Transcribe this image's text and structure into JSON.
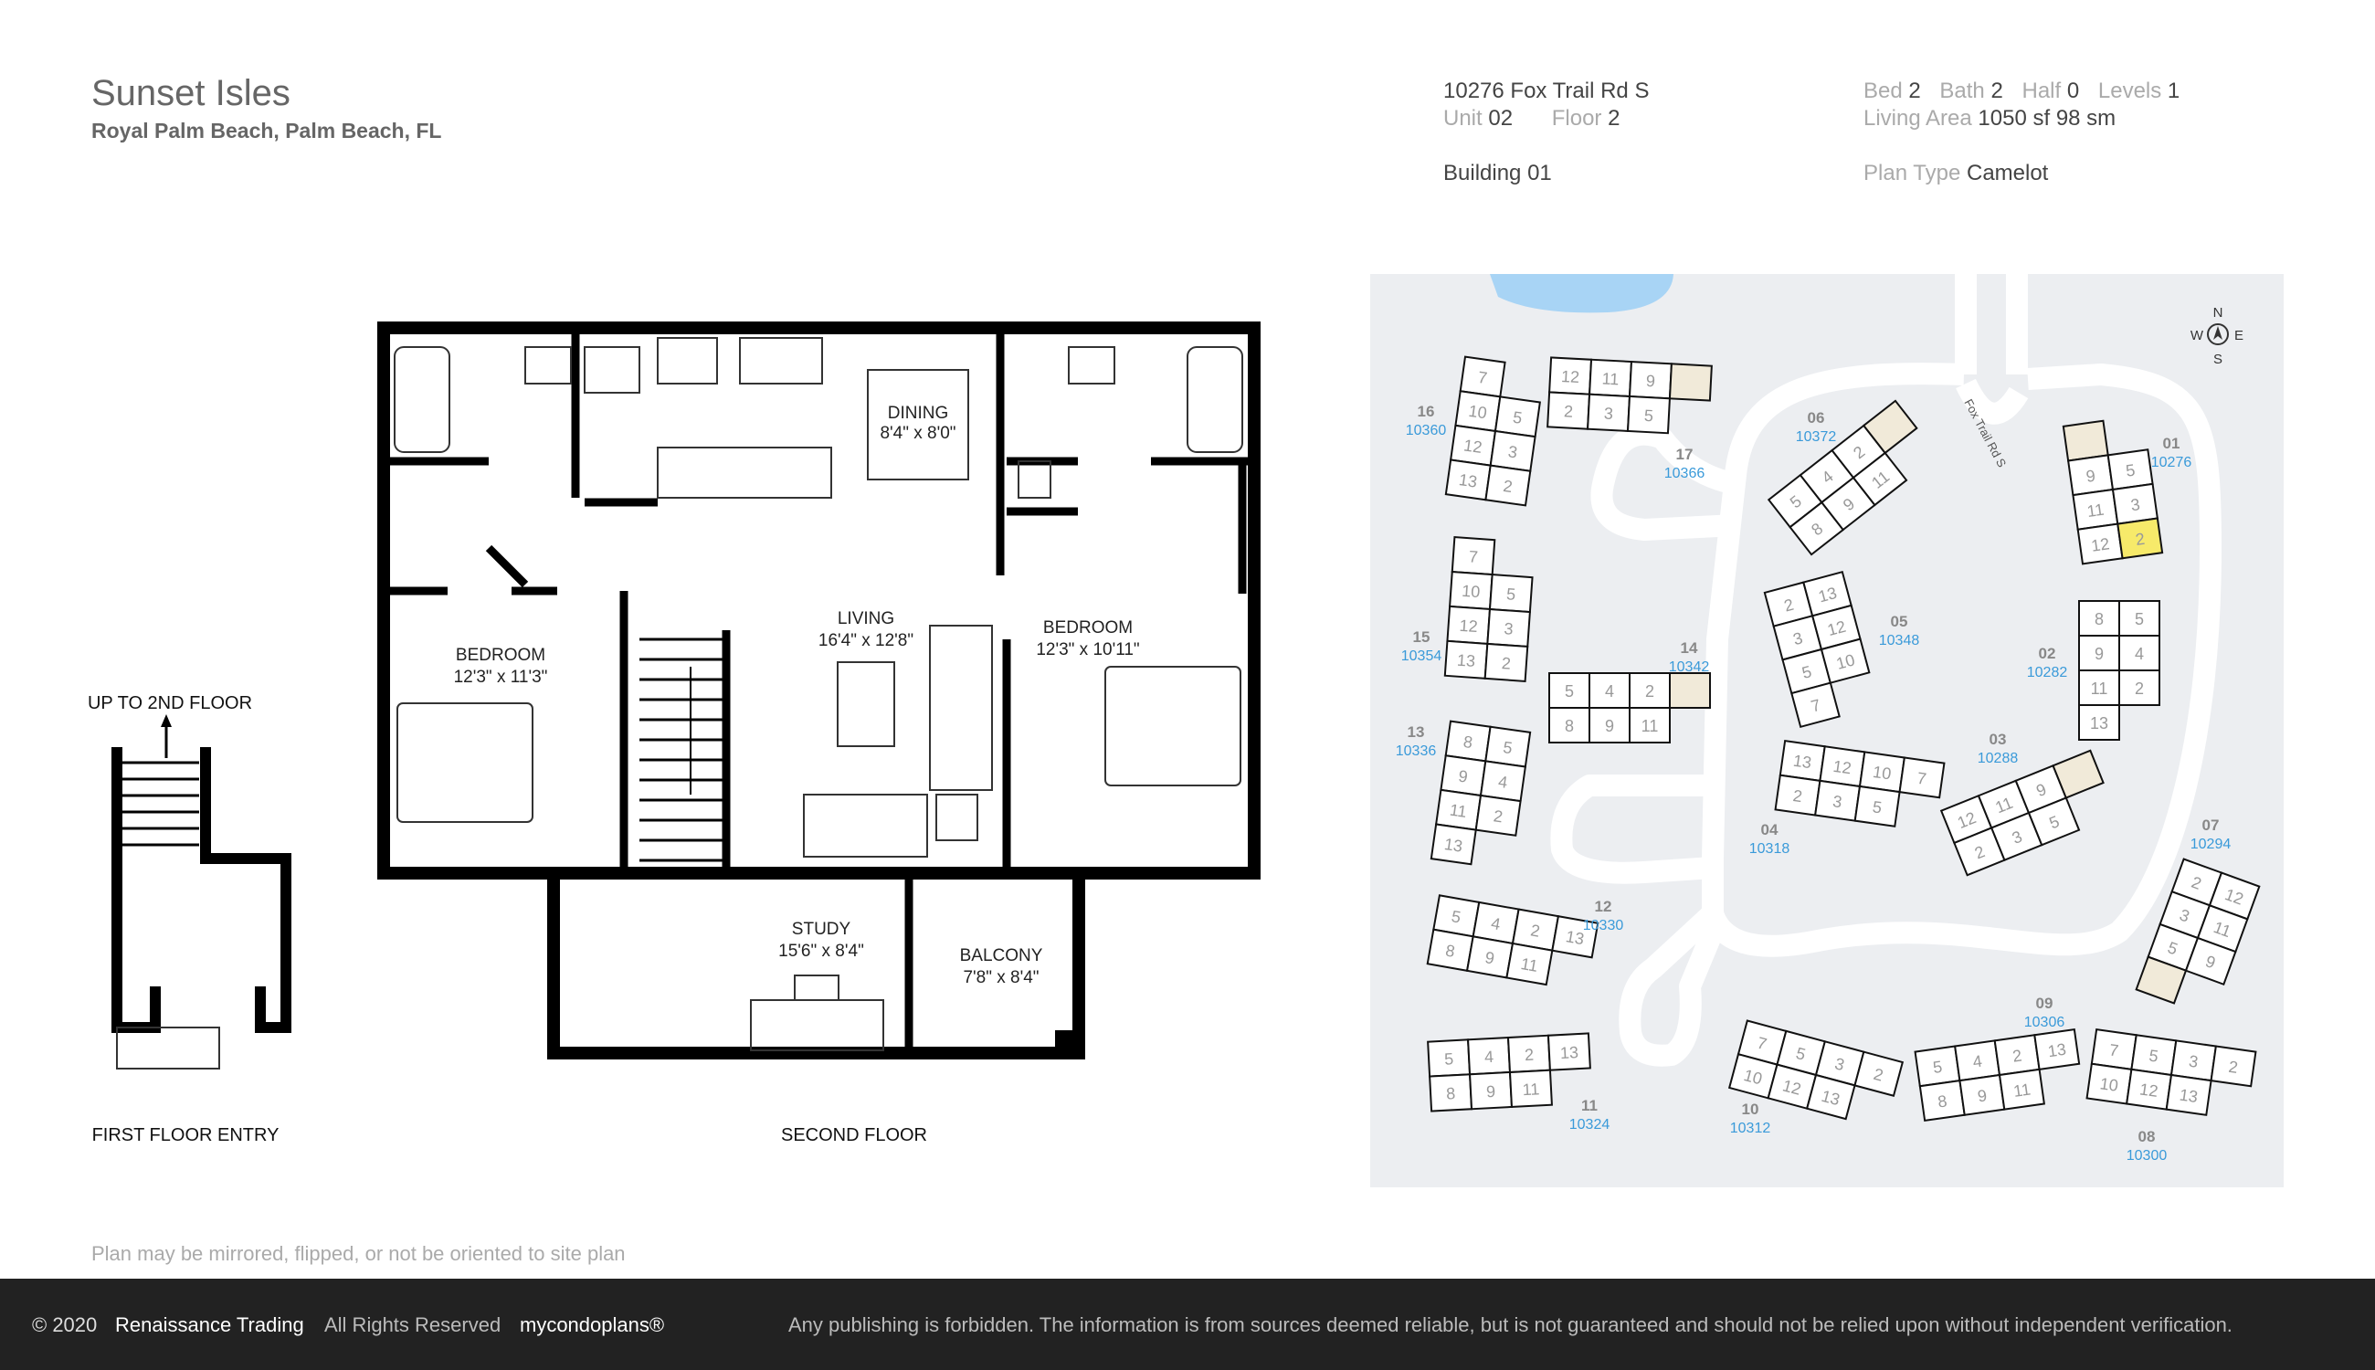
{
  "header": {
    "title": "Sunset Isles",
    "subtitle": "Royal Palm Beach, Palm Beach, FL",
    "address": "10276 Fox Trail Rd S",
    "unit_label": "Unit",
    "unit": "02",
    "floor_label": "Floor",
    "floor": "2",
    "building": "Building 01",
    "bed_label": "Bed",
    "bed": "2",
    "bath_label": "Bath",
    "bath": "2",
    "half_label": "Half",
    "half": "0",
    "levels_label": "Levels",
    "levels": "1",
    "area_label": "Living Area",
    "area": "1050 sf 98 sm",
    "plan_type_label": "Plan Type",
    "plan_type": "Camelot"
  },
  "floorplan": {
    "rooms": [
      {
        "name": "DINING",
        "size": "8'4\" x 8'0\""
      },
      {
        "name": "LIVING",
        "size": "16'4\" x 12'8\""
      },
      {
        "name": "BEDROOM",
        "size": "12'3\" x 11'3\""
      },
      {
        "name": "BEDROOM",
        "size": "12'3\" x 10'11\""
      },
      {
        "name": "STUDY",
        "size": "15'6\" x 8'4\""
      },
      {
        "name": "BALCONY",
        "size": "7'8\" x 8'4\""
      }
    ],
    "up_label": "UP TO 2ND FLOOR",
    "first_floor_label": "FIRST FLOOR ENTRY",
    "second_floor_label": "SECOND FLOOR"
  },
  "siteplan": {
    "street_label": "Fox Trail Rd S",
    "compass": {
      "n": "N",
      "s": "S",
      "e": "E",
      "w": "W"
    },
    "colors": {
      "background": "#eceef1",
      "road": "#ffffff",
      "water": "#a8d4f5",
      "highlight": "#f7ea6a",
      "annex": "#f1ead9",
      "building_number": "#888888",
      "address": "#3a9ad9"
    },
    "selected": {
      "building": "01",
      "unit": "2"
    },
    "buildings": [
      {
        "number": "16",
        "address": "10360",
        "rows": [
          [
            "7"
          ],
          [
            "10",
            "5"
          ],
          [
            "12",
            "3"
          ],
          [
            "13",
            "2"
          ]
        ]
      },
      {
        "number": "17",
        "address": "10366",
        "rows": [
          [
            "12",
            "11",
            "9",
            "*"
          ],
          [
            "2",
            "3",
            "5"
          ]
        ]
      },
      {
        "number": "06",
        "address": "10372",
        "rows": [
          [
            "5",
            "4",
            "2",
            "*"
          ],
          [
            "8",
            "9",
            "11"
          ]
        ]
      },
      {
        "number": "01",
        "address": "10276",
        "rows": [
          [
            "*"
          ],
          [
            "9",
            "5"
          ],
          [
            "11",
            "3"
          ],
          [
            "12",
            "2"
          ]
        ]
      },
      {
        "number": "15",
        "address": "10354",
        "rows": [
          [
            "7"
          ],
          [
            "10",
            "5"
          ],
          [
            "12",
            "3"
          ],
          [
            "13",
            "2"
          ]
        ]
      },
      {
        "number": "05",
        "address": "10348",
        "rows": [
          [
            "2",
            "13"
          ],
          [
            "3",
            "12"
          ],
          [
            "5",
            "10"
          ],
          [
            "7"
          ]
        ]
      },
      {
        "number": "02",
        "address": "10282",
        "rows": [
          [
            "8",
            "5"
          ],
          [
            "9",
            "4"
          ],
          [
            "11",
            "2"
          ],
          [
            "13"
          ]
        ]
      },
      {
        "number": "14",
        "address": "10342",
        "rows": [
          [
            "5",
            "4",
            "2",
            "*"
          ],
          [
            "8",
            "9",
            "11"
          ]
        ]
      },
      {
        "number": "13",
        "address": "10336",
        "rows": [
          [
            "8",
            "5"
          ],
          [
            "9",
            "4"
          ],
          [
            "11",
            "2"
          ],
          [
            "13"
          ]
        ]
      },
      {
        "number": "04",
        "address": "10318",
        "rows": [
          [
            "13",
            "12",
            "10",
            "7"
          ],
          [
            "2",
            "3",
            "5"
          ]
        ]
      },
      {
        "number": "03",
        "address": "10288",
        "rows": [
          [
            "12",
            "11",
            "9",
            "*"
          ],
          [
            "2",
            "3",
            "5"
          ]
        ]
      },
      {
        "number": "07",
        "address": "10294",
        "rows": [
          [
            "2",
            "12"
          ],
          [
            "3",
            "11"
          ],
          [
            "5",
            "9"
          ],
          [
            "*"
          ]
        ]
      },
      {
        "number": "12",
        "address": "10330",
        "rows": [
          [
            "5",
            "4",
            "2",
            "13"
          ],
          [
            "8",
            "9",
            "11"
          ]
        ]
      },
      {
        "number": "11",
        "address": "10324",
        "rows": [
          [
            "5",
            "4",
            "2",
            "13"
          ],
          [
            "8",
            "9",
            "11"
          ]
        ]
      },
      {
        "number": "10",
        "address": "10312",
        "rows": [
          [
            "7",
            "5",
            "3",
            "2"
          ],
          [
            "10",
            "12",
            "13"
          ]
        ]
      },
      {
        "number": "09",
        "address": "10306",
        "rows": [
          [
            "5",
            "4",
            "2",
            "13"
          ],
          [
            "8",
            "9",
            "11"
          ]
        ]
      },
      {
        "number": "08",
        "address": "10300",
        "rows": [
          [
            "7",
            "5",
            "3",
            "2"
          ],
          [
            "10",
            "12",
            "13"
          ]
        ]
      }
    ]
  },
  "disclaimer": "Plan may be mirrored, flipped, or not be oriented to site plan",
  "footer": {
    "copyright": "© 2020",
    "company": "Renaissance Trading",
    "rights": "All Rights Reserved",
    "brand": "mycondoplans®",
    "notice": "Any publishing is forbidden.  The information is from sources deemed reliable, but is not guaranteed and should not be relied upon without independent verification."
  }
}
